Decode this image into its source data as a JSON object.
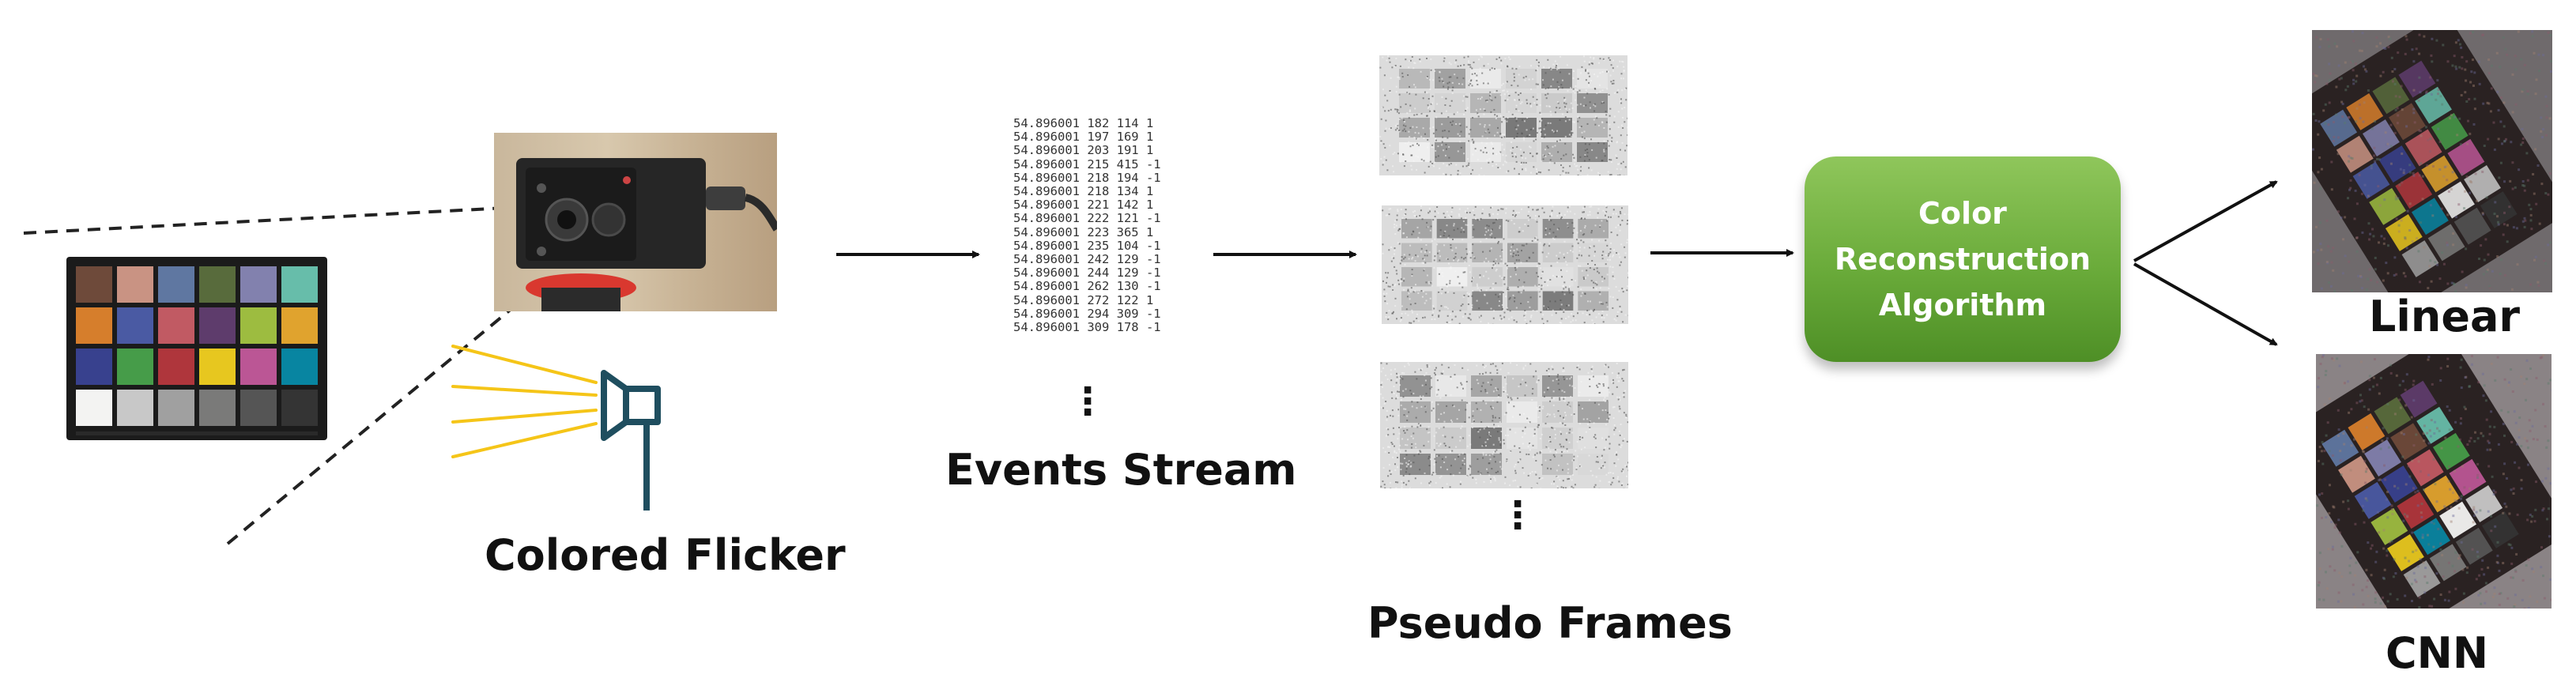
{
  "labels": {
    "colored_flicker": "Colored Flicker",
    "events_stream": "Events Stream",
    "pseudo_frames": "Pseudo Frames",
    "algorithm": [
      "Color",
      "Reconstruction",
      "Algorithm"
    ],
    "linear": "Linear",
    "cnn": "CNN",
    "ellipsis": "⋮"
  },
  "events": [
    "54.896001 182 114 1",
    "54.896001 197 169 1",
    "54.896001 203 191 1",
    "54.896001 215 415 -1",
    "54.896001 218 194 -1",
    "54.896001 218 134 1",
    "54.896001 221 142 1",
    "54.896001 222 121 -1",
    "54.896001 223 365 1",
    "54.896001 235 104 -1",
    "54.896001 242 129 -1",
    "54.896001 244 129 -1",
    "54.896001 262 130 -1",
    "54.896001 272 122 1",
    "54.896001 294 309 -1",
    "54.896001 309 178 -1"
  ],
  "colors": {
    "checker_patches": [
      "#6e4a3a",
      "#c99383",
      "#5f77a1",
      "#586b3c",
      "#8281ae",
      "#67bdaa",
      "#d67e2c",
      "#4a5aa3",
      "#c15a63",
      "#5e3c6c",
      "#9dbc40",
      "#e0a32e",
      "#38418e",
      "#469c49",
      "#af363c",
      "#e7c71f",
      "#bb5695",
      "#0885a1",
      "#f3f3f2",
      "#c8c8c8",
      "#a0a0a0",
      "#7a7a79",
      "#555555",
      "#343434"
    ],
    "flicker_icon": "#1f4e5f",
    "rays": "#f5c518",
    "algo_box": "#6aab3a"
  }
}
